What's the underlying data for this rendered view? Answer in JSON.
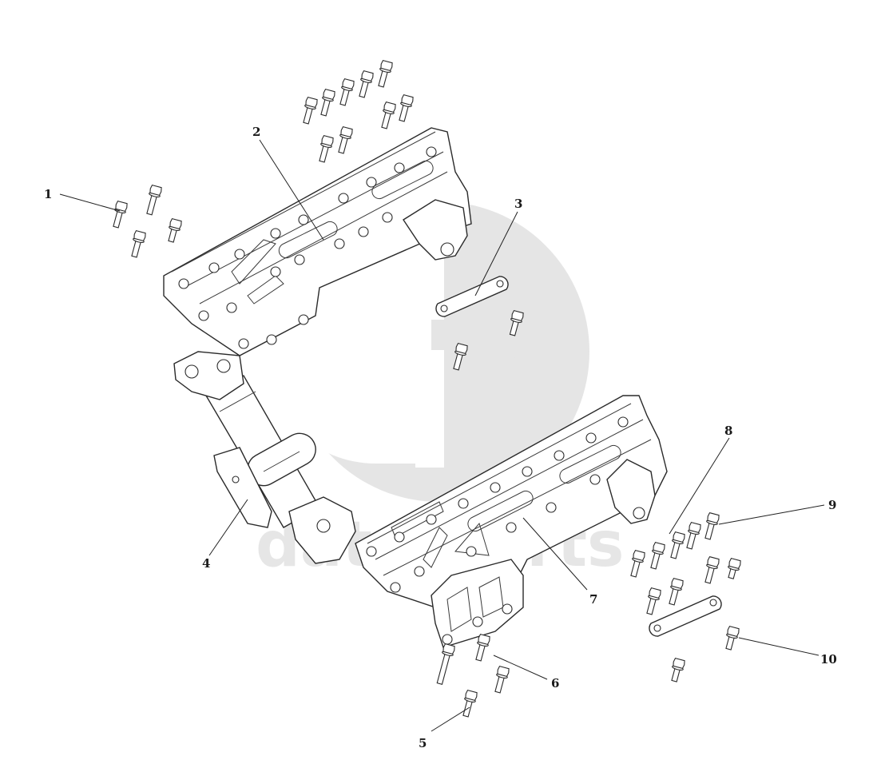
{
  "diagram": {
    "callouts": [
      {
        "label": "1"
      },
      {
        "label": "2"
      },
      {
        "label": "3"
      },
      {
        "label": "4"
      },
      {
        "label": "5"
      },
      {
        "label": "6"
      },
      {
        "label": "7"
      },
      {
        "label": "8"
      },
      {
        "label": "9"
      },
      {
        "label": "10"
      }
    ]
  },
  "watermark": {
    "text": "data-parts",
    "color": "#d3d3d3"
  },
  "colors": {
    "line": "#2a2a2a",
    "background": "#ffffff"
  }
}
